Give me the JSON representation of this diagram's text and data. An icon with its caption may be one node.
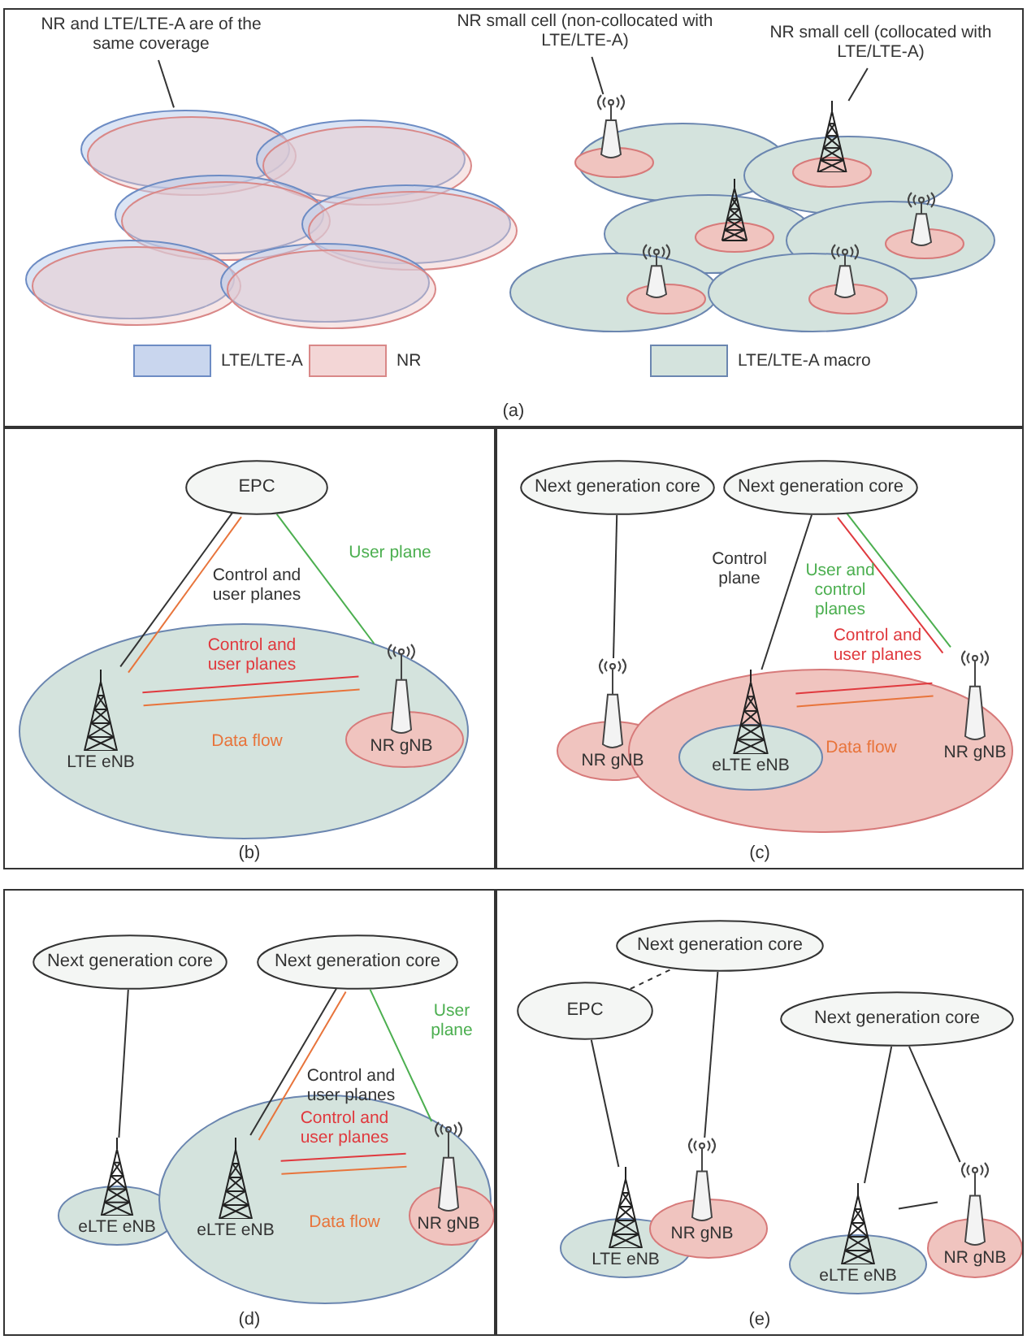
{
  "diagram": {
    "nodes": [
      {
        "text": [
          "(a)"
        ]
      },
      {
        "text": [
          "NR and LTE/LTE-A are of the same coverage"
        ],
        "in": 0
      },
      {
        "text": [],
        "shape": "ellipse",
        "in": 0
      },
      {
        "text": [
          "NR small cell (non-collocated with LTE/LTE-A)"
        ],
        "in": 0
      },
      {
        "text": [],
        "shape": "tower",
        "in": 0
      },
      {
        "text": [
          "NR small cell (collocated with LTE/LTE-A)"
        ],
        "in": 0
      },
      {
        "text": [],
        "shape": "tower",
        "in": 0
      },
      {
        "text": [
          "(b)"
        ]
      },
      {
        "text": [
          "EPC"
        ],
        "in": 7
      },
      {
        "text": [
          "LTE eNB"
        ],
        "in": 7
      },
      {
        "text": [
          "NR gNB"
        ],
        "in": 7
      },
      {
        "text": [
          "(c)"
        ]
      },
      {
        "text": [
          "Next generation core"
        ],
        "in": 11
      },
      {
        "text": [
          "Next generation core"
        ],
        "in": 11
      },
      {
        "text": [
          "NR gNB"
        ],
        "in": 11
      },
      {
        "text": [
          "eLTE eNB"
        ],
        "in": 11
      },
      {
        "text": [
          "NR gNB"
        ],
        "in": 11
      },
      {
        "text": [
          "(d)"
        ]
      },
      {
        "text": [
          "Next generation core"
        ],
        "in": 17
      },
      {
        "text": [
          "Next generation core"
        ],
        "in": 17
      },
      {
        "text": [
          "eLTE eNB"
        ],
        "in": 17
      },
      {
        "text": [
          "eLTE eNB"
        ],
        "in": 17
      },
      {
        "text": [
          "NR gNB"
        ],
        "in": 17
      },
      {
        "text": [
          "(e)"
        ]
      },
      {
        "text": [
          "Next generation core"
        ],
        "in": 23
      },
      {
        "text": [
          "EPC"
        ],
        "in": 23
      },
      {
        "text": [
          "Next generation core"
        ],
        "in": 23
      },
      {
        "text": [
          "LTE eNB"
        ],
        "in": 23
      },
      {
        "text": [
          "NR gNB"
        ],
        "in": 23
      },
      {
        "text": [
          "eLTE eNB"
        ],
        "in": 23
      },
      {
        "text": [
          "NR gNB"
        ],
        "in": 23
      },
      {
        "text": [],
        "shape": "ellipse",
        "in": 0
      },
      {
        "text": [],
        "shape": "ellipse",
        "in": 0
      },
      {
        "text": [],
        "shape": "ellipse",
        "in": 0
      },
      {
        "text": [],
        "shape": "ellipse",
        "in": 0
      },
      {
        "text": [],
        "shape": "ellipse",
        "in": 0
      }
    ],
    "edges": [
      {
        "from": 1,
        "to": 2,
        "arrow": "none"
      },
      {
        "from": 3,
        "to": 4,
        "arrow": "none"
      },
      {
        "from": 5,
        "to": 6,
        "arrow": "none"
      },
      {
        "from": 8,
        "to": 9,
        "arrow": "none",
        "color": "#e8743b"
      },
      {
        "from": 8,
        "to": 9,
        "arrow": "none",
        "label": "Control and user planes"
      },
      {
        "from": 8,
        "to": 10,
        "arrow": "none",
        "label": "User plane",
        "color": "#4caf50"
      },
      {
        "from": 9,
        "to": 10,
        "arrow": "none",
        "label": "Control and user planes",
        "color": "#e0393e"
      },
      {
        "from": 9,
        "to": 10,
        "arrow": "none",
        "label": "Data flow",
        "color": "#e8743b"
      },
      {
        "from": 12,
        "to": 14,
        "arrow": "none"
      },
      {
        "from": 13,
        "to": 15,
        "arrow": "none",
        "label": "Control plane"
      },
      {
        "from": 13,
        "to": 16,
        "arrow": "none",
        "label": "User and control planes",
        "color": "#4caf50"
      },
      {
        "from": 13,
        "to": 16,
        "arrow": "none",
        "color": "#e0393e"
      },
      {
        "from": 15,
        "to": 16,
        "arrow": "none",
        "label": "Control and user planes",
        "color": "#e0393e"
      },
      {
        "from": 15,
        "to": 16,
        "arrow": "none",
        "label": "Data flow",
        "color": "#e8743b"
      },
      {
        "from": 18,
        "to": 20,
        "arrow": "none"
      },
      {
        "from": 19,
        "to": 21,
        "arrow": "none",
        "color": "#e8743b"
      },
      {
        "from": 19,
        "to": 21,
        "arrow": "none",
        "label": "Control and user planes"
      },
      {
        "from": 19,
        "to": 22,
        "arrow": "none",
        "label": "User plane",
        "color": "#4caf50"
      },
      {
        "from": 21,
        "to": 22,
        "arrow": "none",
        "label": "Control and user planes",
        "color": "#e0393e"
      },
      {
        "from": 21,
        "to": 22,
        "arrow": "none",
        "label": "Data flow",
        "color": "#e8743b"
      },
      {
        "from": 25,
        "to": 24,
        "arrow": "none",
        "style": "dashed"
      },
      {
        "from": 24,
        "to": 28,
        "arrow": "none"
      },
      {
        "from": 25,
        "to": 27,
        "arrow": "none"
      },
      {
        "from": 26,
        "to": 29,
        "arrow": "none"
      },
      {
        "from": 26,
        "to": 30,
        "arrow": "none"
      },
      {
        "from": 29,
        "to": 30,
        "arrow": "none"
      }
    ],
    "legend": [
      {
        "text": "LTE/LTE-A",
        "color": "#c9d6ee"
      },
      {
        "text": "NR",
        "color": "#f3d6d6"
      },
      {
        "text": "LTE/LTE-A macro",
        "color": "#d4e3dd"
      }
    ]
  }
}
